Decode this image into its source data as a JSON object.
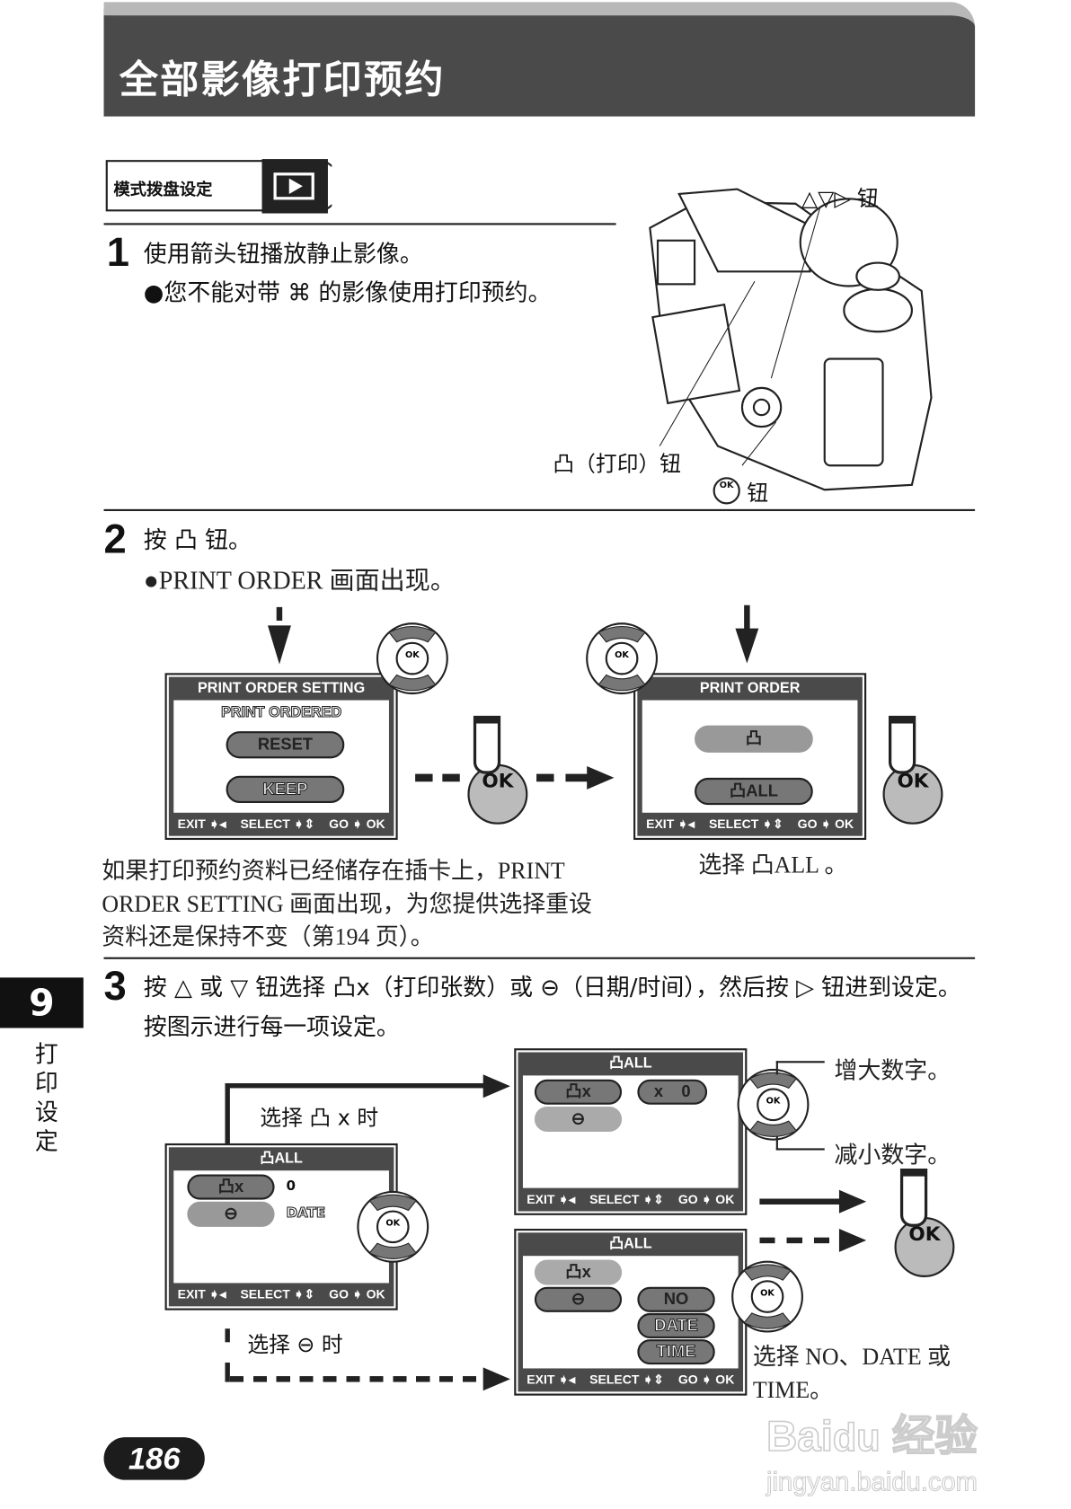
{
  "header": {
    "title": "全部影像打印预约"
  },
  "mode_dial": {
    "label": "模式拨盘设定",
    "mode_icon": "playback-icon"
  },
  "step1": {
    "num": "1",
    "text": "使用箭头钮播放静止影像。",
    "note": "●您不能对带 ⌘ 的影像使用打印预约。"
  },
  "camera": {
    "arrow_buttons_label": "△▽▷ 钮",
    "print_button_label": "凸（打印）钮",
    "ok_button_label": "钮",
    "ok_icon_text": "OK"
  },
  "step2": {
    "num": "2",
    "text": "按 凸 钮。",
    "note": "●PRINT ORDER 画面出现。",
    "screen_a": {
      "title": "PRINT ORDER SETTING",
      "subtitle": "PRINT ORDERED",
      "options": [
        "RESET",
        "KEEP"
      ],
      "footer": [
        "EXIT ➧◂",
        "SELECT ➧⇕",
        "GO ➧ OK"
      ]
    },
    "screen_b": {
      "title": "PRINT ORDER",
      "options": [
        "凸",
        "凸ALL"
      ],
      "footer": [
        "EXIT ➧◂",
        "SELECT ➧⇕",
        "GO ➧ OK"
      ]
    },
    "caption_a": "如果打印预约资料已经储存在插卡上，PRINT ORDER SETTING 画面出现，为您提供选择重设资料还是保持不变（第194 页）。",
    "caption_b": "选择 凸ALL 。",
    "ok_label": "OK"
  },
  "step3": {
    "num": "3",
    "text": "按 △ 或 ▽ 钮选择 凸x（打印张数）或 ⊖（日期/时间），然后按 ▷ 钮进到设定。按图示进行每一项设定。",
    "label_select_prints": "选择 凸 x 时",
    "label_select_date": "选择 ⊖ 时",
    "screen_main": {
      "title": "凸ALL",
      "items": [
        "凸x",
        "⊖"
      ],
      "values": [
        "0",
        "DATE"
      ],
      "footer": [
        "EXIT ➧◂",
        "SELECT ➧⇕",
        "GO ➧ OK"
      ]
    },
    "screen_count": {
      "title": "凸ALL",
      "items": [
        "凸x",
        "⊖"
      ],
      "value": "x    0",
      "footer": [
        "EXIT ➧◂",
        "SELECT ➧⇕",
        "GO ➧ OK"
      ]
    },
    "screen_date": {
      "title": "凸ALL",
      "items": [
        "凸x",
        "⊖"
      ],
      "options": [
        "NO",
        "DATE",
        "TIME"
      ],
      "footer": [
        "EXIT ➧◂",
        "SELECT ➧⇕",
        "GO ➧ OK"
      ]
    },
    "increase": "增大数字。",
    "decrease": "减小数字。",
    "caption_date": "选择 NO、DATE 或 TIME。",
    "ok_label": "OK"
  },
  "sidebar": {
    "chapter": "9",
    "label": "打印设定"
  },
  "page_number": "186",
  "watermark": {
    "logo": "Bai du 经验",
    "url": "jingyan.baidu.com"
  }
}
